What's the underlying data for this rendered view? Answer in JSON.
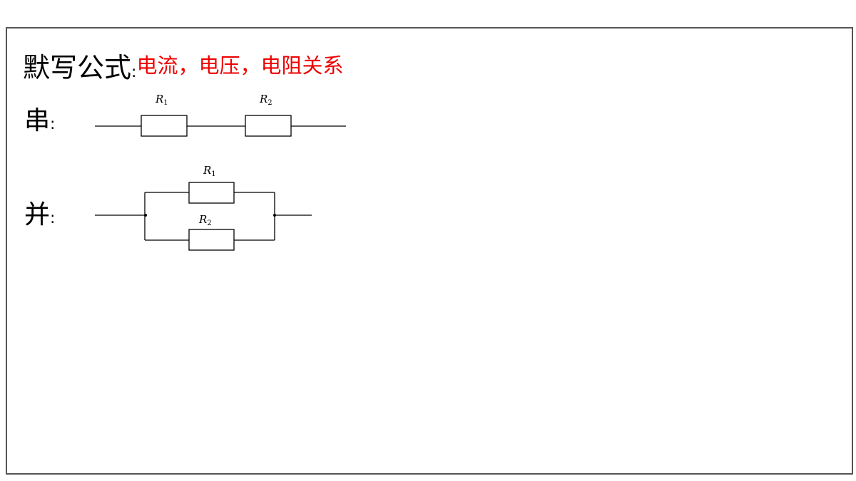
{
  "title": {
    "main": "默写公式",
    "colon": ":",
    "topic": "电流，电压，电阻关系"
  },
  "series_circuit": {
    "label": "串",
    "colon": ":",
    "resistors": [
      {
        "letter": "R",
        "sub": "1"
      },
      {
        "letter": "R",
        "sub": "2"
      }
    ]
  },
  "parallel_circuit": {
    "label": "并",
    "colon": ":",
    "resistors": [
      {
        "letter": "R",
        "sub": "1"
      },
      {
        "letter": "R",
        "sub": "2"
      }
    ]
  },
  "colors": {
    "title": "#000000",
    "topic": "#ee0000",
    "border": "#555555"
  }
}
